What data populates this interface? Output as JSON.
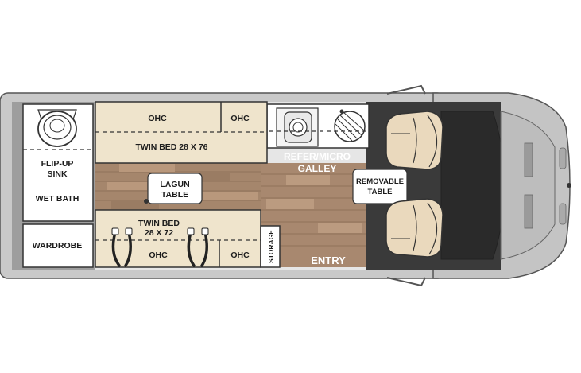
{
  "labels": {
    "flip_up": "FLIP-UP",
    "sink": "SINK",
    "wet_bath": "WET BATH",
    "wardrobe": "WARDROBE",
    "ohc": "OHC",
    "twin_bed_top": "TWIN BED 28 X 76",
    "twin_bed_bottom_1": "TWIN BED",
    "twin_bed_bottom_2": "28 X 72",
    "lagun_1": "LAGUN",
    "lagun_2": "TABLE",
    "refer_micro": "REFER/MICRO",
    "galley": "GALLEY",
    "removable_1": "REMOVABLE",
    "removable_2": "TABLE",
    "storage": "STORAGE",
    "entry": "ENTRY"
  },
  "colors": {
    "bed": "#efe4cc",
    "wood": "#a5866c",
    "wood_light": "#b9987c",
    "cab_dark": "#3a3a3a",
    "body_gray": "#c4c4c4",
    "seat": "#ead9bd"
  }
}
